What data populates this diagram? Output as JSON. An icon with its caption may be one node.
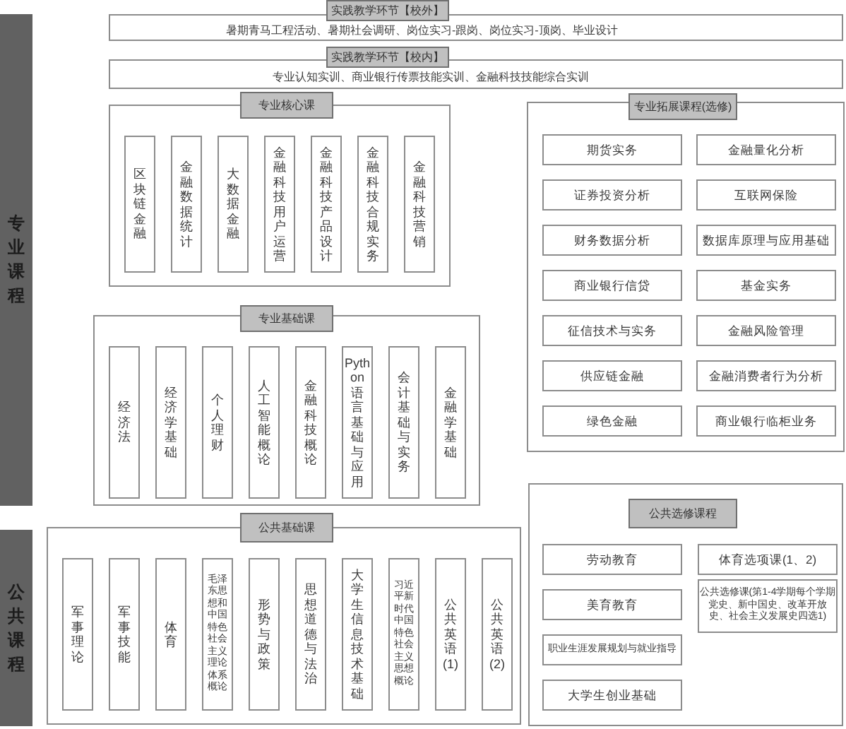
{
  "diagram": {
    "nodes": [
      {
        "text": [
          "专业课程"
        ]
      },
      {
        "text": [
          "实践教学环节【校外】",
          "暑期青马工程活动、暑期社会调研、岗位实习-跟岗、岗位实习-顶岗、毕业设计"
        ]
      },
      {
        "text": [
          "实践教学环节【校内】",
          "专业认知实训、商业银行传票技能实训、金融科技技能综合实训"
        ]
      },
      {
        "text": [
          "专业核心课"
        ]
      },
      {
        "text": [
          "区块链金融"
        ],
        "in": 3
      },
      {
        "text": [
          "金融数据统计"
        ],
        "in": 3
      },
      {
        "text": [
          "大数据金融"
        ],
        "in": 3
      },
      {
        "text": [
          "金融科技用户运营"
        ],
        "in": 3
      },
      {
        "text": [
          "金融科技产品设计"
        ],
        "in": 3
      },
      {
        "text": [
          "金融科技合规实务"
        ],
        "in": 3
      },
      {
        "text": [
          "金融科技营销"
        ],
        "in": 3
      },
      {
        "text": [
          "专业拓展课程(选修)"
        ]
      },
      {
        "text": [
          "期货实务"
        ],
        "in": 11
      },
      {
        "text": [
          "金融量化分析"
        ],
        "in": 11
      },
      {
        "text": [
          "证券投资分析"
        ],
        "in": 11
      },
      {
        "text": [
          "互联网保险"
        ],
        "in": 11
      },
      {
        "text": [
          "财务数据分析"
        ],
        "in": 11
      },
      {
        "text": [
          "数据库原理与应用基础"
        ],
        "in": 11
      },
      {
        "text": [
          "商业银行信贷"
        ],
        "in": 11
      },
      {
        "text": [
          "基金实务"
        ],
        "in": 11
      },
      {
        "text": [
          "征信技术与实务"
        ],
        "in": 11
      },
      {
        "text": [
          "金融风险管理"
        ],
        "in": 11
      },
      {
        "text": [
          "供应链金融"
        ],
        "in": 11
      },
      {
        "text": [
          "金融消费者行为分析"
        ],
        "in": 11
      },
      {
        "text": [
          "绿色金融"
        ],
        "in": 11
      },
      {
        "text": [
          "商业银行临柜业务"
        ],
        "in": 11
      },
      {
        "text": [
          "专业基础课"
        ]
      },
      {
        "text": [
          "经济法"
        ],
        "in": 26
      },
      {
        "text": [
          "经济学基础"
        ],
        "in": 26
      },
      {
        "text": [
          "个人理财"
        ],
        "in": 26
      },
      {
        "text": [
          "人工智能概论"
        ],
        "in": 26
      },
      {
        "text": [
          "金融科技概论"
        ],
        "in": 26
      },
      {
        "text": [
          "Python语言基础与应用"
        ],
        "in": 26
      },
      {
        "text": [
          "会计基础与实务"
        ],
        "in": 26
      },
      {
        "text": [
          "金融学基础"
        ],
        "in": 26
      },
      {
        "text": [
          "公共课程"
        ]
      },
      {
        "text": [
          "公共基础课"
        ]
      },
      {
        "text": [
          "军事理论"
        ],
        "in": 36
      },
      {
        "text": [
          "军事技能"
        ],
        "in": 36
      },
      {
        "text": [
          "体育"
        ],
        "in": 36
      },
      {
        "text": [
          "毛泽东思想和中国特色社会主义理论体系概论"
        ],
        "in": 36
      },
      {
        "text": [
          "形势与政策"
        ],
        "in": 36
      },
      {
        "text": [
          "思想道德与法治"
        ],
        "in": 36
      },
      {
        "text": [
          "大学生信息技术基础"
        ],
        "in": 36
      },
      {
        "text": [
          "习近平新时代中国特色社会主义思想概论"
        ],
        "in": 36
      },
      {
        "text": [
          "公共英语(1)"
        ],
        "in": 36
      },
      {
        "text": [
          "公共英语(2)"
        ],
        "in": 36
      },
      {
        "text": [
          "公共选修课程"
        ]
      },
      {
        "text": [
          "劳动教育"
        ],
        "in": 47
      },
      {
        "text": [
          "体育选项课(1、2)"
        ],
        "in": 47
      },
      {
        "text": [
          "美育教育"
        ],
        "in": 47
      },
      {
        "text": [
          "公共选修课(第1-4学期每个学期党史、新中国史、改革开放史、社会主义发展史四选1)"
        ],
        "in": 47
      },
      {
        "text": [
          "职业生涯发展规划与就业指导"
        ],
        "in": 47
      },
      {
        "text": [
          "大学生创业基础"
        ],
        "in": 47
      }
    ]
  }
}
